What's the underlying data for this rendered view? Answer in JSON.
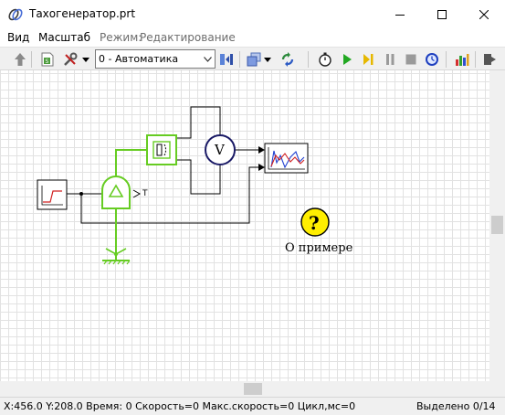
{
  "window": {
    "title": "Тахогенератор.prt",
    "app_icon": "chain-link-icon",
    "controls": [
      "minimize-icon",
      "maximize-icon",
      "close-icon"
    ]
  },
  "menu": {
    "items": [
      "Вид",
      "Масштаб"
    ],
    "mode_label": "Режим:",
    "mode_value": "Редактирование"
  },
  "toolbar": {
    "combo_value": "0 - Автоматика",
    "icons": [
      "up-arrow-icon",
      "document-icon",
      "tools-icon",
      "dropdown-arrow-icon",
      "toggle-icon",
      "layers-icon",
      "refresh-icon",
      "stopwatch-icon",
      "play-icon",
      "step-icon",
      "pause-icon",
      "stop-icon",
      "clock-icon",
      "bar-chart-icon",
      "export-icon"
    ],
    "colors": {
      "play": "#22a822",
      "step": "#e6b800",
      "stop": "#9a9a9a",
      "clock": "#1e3fbf"
    }
  },
  "canvas": {
    "about_label": "О примере",
    "about_icon": "question-icon",
    "t_label": "T",
    "voltmeter_label": "V",
    "colors": {
      "green": "#66cc22",
      "navy": "#1a1a66",
      "yellow": "#ffee00"
    }
  },
  "statusbar": {
    "left": "X:456.0  Y:208.0 Время: 0 Скорость=0 Макс.скорость=0 Цикл,мс=0",
    "right": "Выделено 0/14"
  }
}
